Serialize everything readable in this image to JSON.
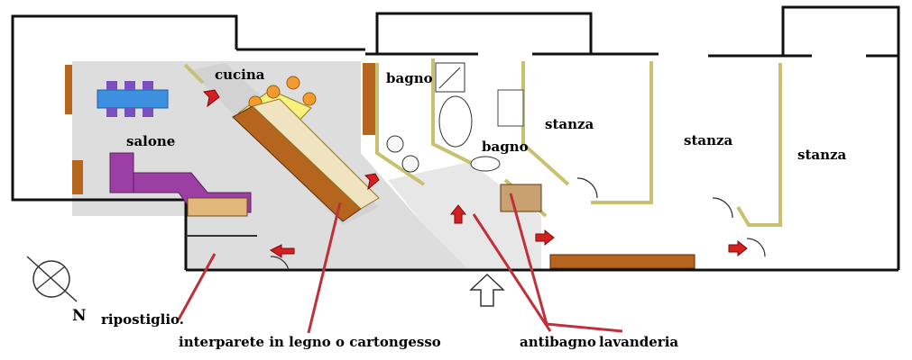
{
  "diagram": {
    "type": "floor-plan",
    "rooms": {
      "cucina": "cucina",
      "salone": "salone",
      "bagno_1": "bagno",
      "bagno_2": "bagno",
      "stanza_1": "stanza",
      "stanza_2": "stanza",
      "stanza_3": "stanza"
    },
    "callouts": {
      "ripostiglio": "ripostiglio.",
      "interparete": "interparete in legno o cartongesso",
      "antibagno": "antibagno",
      "lavanderia": "lavanderia"
    },
    "compass": {
      "label": "N"
    },
    "colors": {
      "wall": "#111111",
      "floor_shade": "#d6d6d6",
      "partition": "#e8e08a",
      "furniture_wood": "#b5651d",
      "sofa": "#9b3fa5",
      "table": "#3d8fe0",
      "chairs": "#7a4fc0",
      "stools": "#f49b2f",
      "counter": "#f7f07a",
      "arrow": "#d42020",
      "callout_line": "#c0303a"
    }
  }
}
